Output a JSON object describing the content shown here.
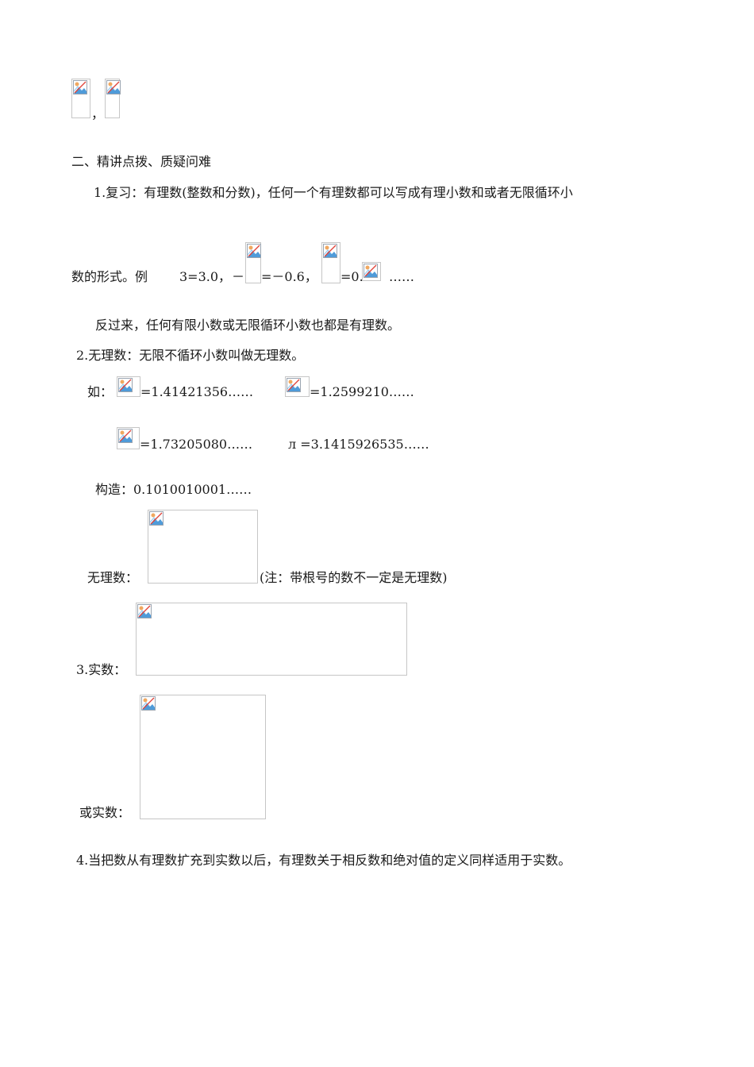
{
  "top_sep": "，",
  "section_title": "二、精讲点拨、质疑问难",
  "p1": {
    "line1": "1.复习：有理数(整数和分数)，任何一个有理数都可以写成有理小数和或者无限循环小",
    "line2_a": "数的形式。例",
    "line2_b": "3=3.0，",
    "line2_c": "－",
    "line2_d": "=－0.6，",
    "line2_e": "=0.",
    "line2_f": "……",
    "line3": "反过来，任何有限小数或无限循环小数也都是有理数。"
  },
  "p2": {
    "title": "2.无理数：无限不循环小数叫做无理数。",
    "ru": "如：",
    "v1": "=1.41421356……",
    "v2": "=1.2599210……",
    "v3": "=1.73205080……",
    "pi": "л =3.1415926535……",
    "construct": "构造：0.1010010001……",
    "label": "无理数：",
    "note": "(注：带根号的数不一定是无理数)"
  },
  "p3": {
    "label": "3.实数：",
    "label2": "或实数："
  },
  "p4": "4.当把数从有理数扩充到实数以后，有理数关于相反数和绝对值的定义同样适用于实数。",
  "icon": "broken-image-icon"
}
